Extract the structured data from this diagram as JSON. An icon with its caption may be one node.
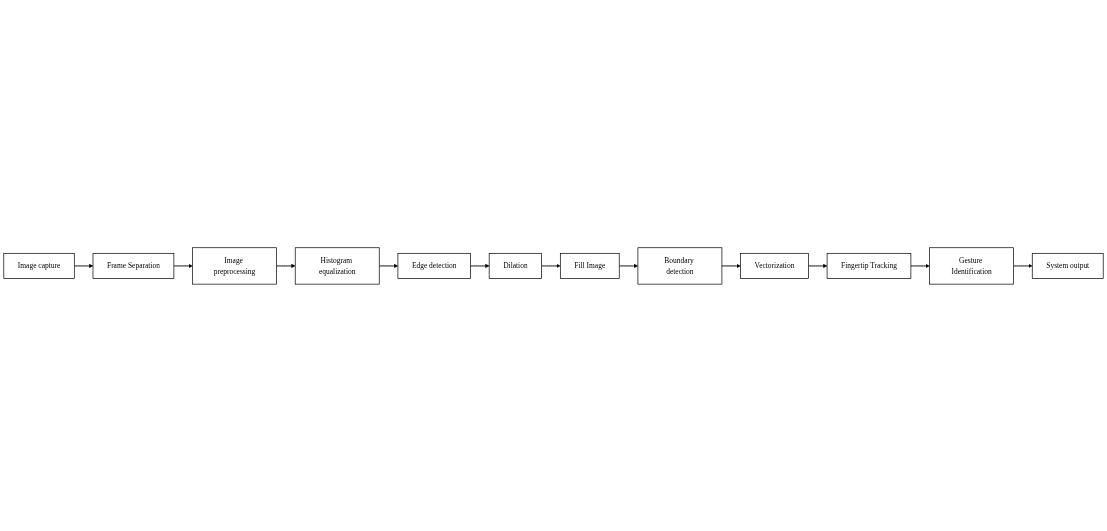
{
  "diagram": {
    "nodes": [
      {
        "text": [
          "Image capture"
        ]
      },
      {
        "text": [
          "Frame Separation"
        ]
      },
      {
        "text": [
          "Image preprocessing"
        ]
      },
      {
        "text": [
          "Histogram equalization"
        ]
      },
      {
        "text": [
          "Boundary detection"
        ]
      },
      {
        "text": [
          "Fill Image"
        ]
      },
      {
        "text": [
          "Dilation"
        ]
      },
      {
        "text": [
          "Edge detection"
        ]
      },
      {
        "text": [
          "Vectorization"
        ]
      },
      {
        "text": [
          "Fingertip Tracking"
        ]
      },
      {
        "text": [
          "Gesture Identification"
        ]
      },
      {
        "text": [
          "System output"
        ]
      }
    ],
    "edges": [
      {
        "from": 0,
        "to": 1,
        "arrow": "to"
      },
      {
        "from": 1,
        "to": 2,
        "arrow": "to"
      },
      {
        "from": 2,
        "to": 3,
        "arrow": "to"
      },
      {
        "from": 3,
        "to": 7,
        "arrow": "to"
      },
      {
        "from": 7,
        "to": 6,
        "arrow": "to"
      },
      {
        "from": 6,
        "to": 5,
        "arrow": "to"
      },
      {
        "from": 5,
        "to": 4,
        "arrow": "to"
      },
      {
        "from": 4,
        "to": 8,
        "arrow": "to"
      },
      {
        "from": 8,
        "to": 9,
        "arrow": "to"
      },
      {
        "from": 9,
        "to": 10,
        "arrow": "to"
      },
      {
        "from": 10,
        "to": 11,
        "arrow": "to"
      }
    ]
  }
}
